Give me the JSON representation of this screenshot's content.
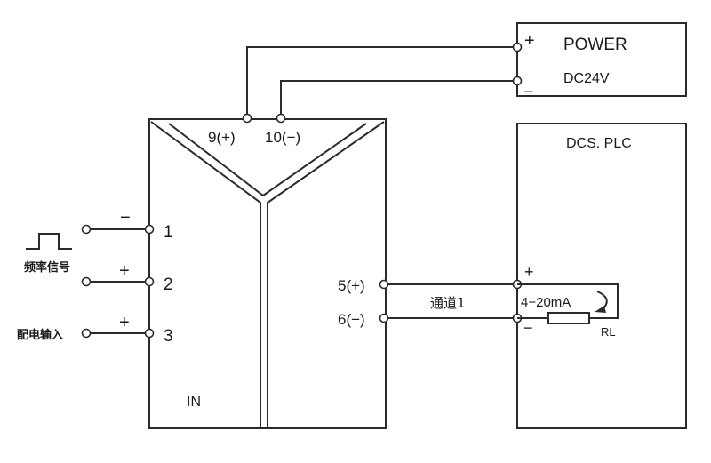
{
  "power": {
    "title": "POWER",
    "voltage": "DC24V",
    "plus": "+",
    "minus": "−"
  },
  "dcs": {
    "title": "DCS. PLC",
    "plus": "+",
    "minus": "−",
    "current": "4−20mA",
    "resistor": "RL"
  },
  "isolator": {
    "power_pos": "9(+)",
    "power_neg": "10(−)",
    "label_in": "IN",
    "out_pos": "5(+)",
    "out_neg": "6(−)"
  },
  "inputs": {
    "t1_sign": "−",
    "t1": "1",
    "t2_sign": "+",
    "t2": "2",
    "t3_sign": "+",
    "t3": "3",
    "freq_signal": "频率信号",
    "distribution_input": "配电输入"
  },
  "channel": "通道1",
  "colors": {
    "line": "#2a2a2a",
    "background": "#ffffff"
  }
}
